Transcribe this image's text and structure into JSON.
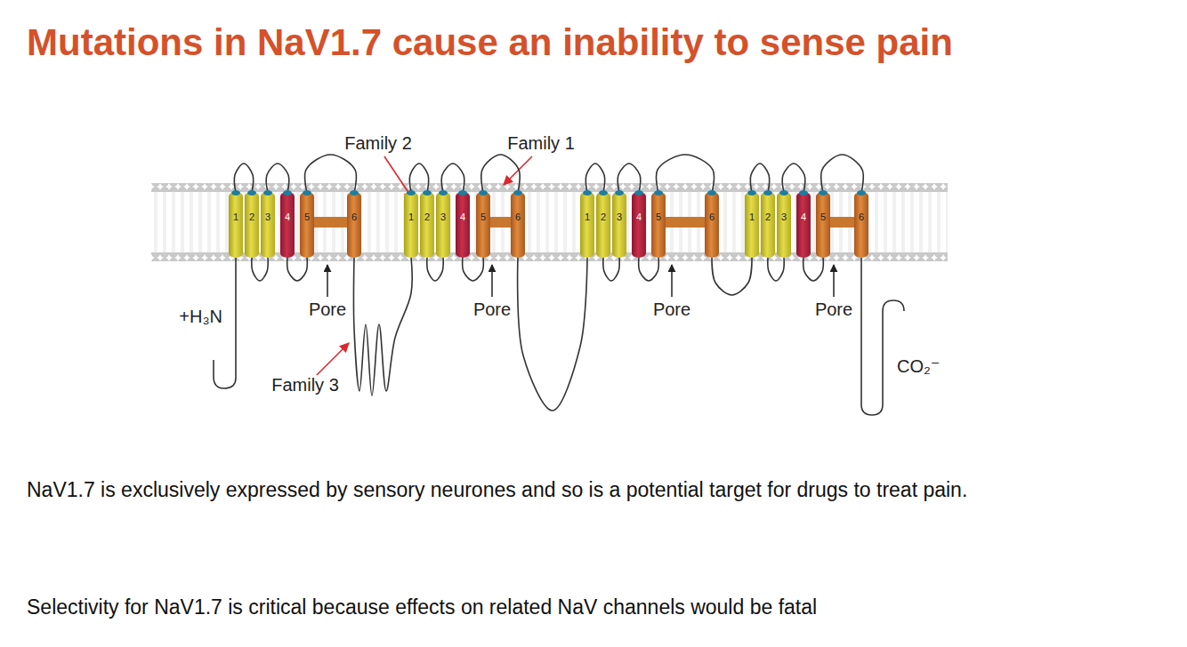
{
  "diagram": {
    "title": "Mutations in NaV1.7 cause an inability to sense pain",
    "nodes": [
      {
        "text": [
          "1"
        ]
      },
      {
        "text": [
          "2"
        ]
      },
      {
        "text": [
          "3"
        ]
      },
      {
        "text": [
          "4"
        ]
      },
      {
        "text": [
          "5"
        ]
      },
      {
        "text": [
          "6"
        ]
      },
      {
        "text": [
          "1"
        ]
      },
      {
        "text": [
          "2"
        ]
      },
      {
        "text": [
          "3"
        ]
      },
      {
        "text": [
          "4"
        ]
      },
      {
        "text": [
          "5"
        ]
      },
      {
        "text": [
          "6"
        ]
      },
      {
        "text": [
          "1"
        ]
      },
      {
        "text": [
          "2"
        ]
      },
      {
        "text": [
          "3"
        ]
      },
      {
        "text": [
          "4"
        ]
      },
      {
        "text": [
          "5"
        ]
      },
      {
        "text": [
          "6"
        ]
      },
      {
        "text": [
          "1"
        ]
      },
      {
        "text": [
          "2"
        ]
      },
      {
        "text": [
          "3"
        ]
      },
      {
        "text": [
          "4"
        ]
      },
      {
        "text": [
          "5"
        ]
      },
      {
        "text": [
          "6"
        ]
      }
    ],
    "edges": [
      {
        "from": 0,
        "to": 1,
        "arrow": "none"
      },
      {
        "from": 1,
        "to": 2,
        "arrow": "none"
      },
      {
        "from": 2,
        "to": 3,
        "arrow": "none"
      },
      {
        "from": 3,
        "to": 4,
        "arrow": "none"
      },
      {
        "from": 4,
        "to": 5,
        "arrow": "none"
      },
      {
        "from": 5,
        "to": 6,
        "arrow": "none"
      },
      {
        "from": 6,
        "to": 7,
        "arrow": "none"
      },
      {
        "from": 7,
        "to": 8,
        "arrow": "none"
      },
      {
        "from": 8,
        "to": 9,
        "arrow": "none"
      },
      {
        "from": 9,
        "to": 10,
        "arrow": "none"
      },
      {
        "from": 10,
        "to": 11,
        "arrow": "none"
      },
      {
        "from": 11,
        "to": 12,
        "arrow": "none"
      },
      {
        "from": 12,
        "to": 13,
        "arrow": "none"
      },
      {
        "from": 13,
        "to": 14,
        "arrow": "none"
      },
      {
        "from": 14,
        "to": 15,
        "arrow": "none"
      },
      {
        "from": 15,
        "to": 16,
        "arrow": "none"
      },
      {
        "from": 16,
        "to": 17,
        "arrow": "none"
      },
      {
        "from": 17,
        "to": 18,
        "arrow": "none"
      },
      {
        "from": 18,
        "to": 19,
        "arrow": "none"
      },
      {
        "from": 19,
        "to": 20,
        "arrow": "none"
      },
      {
        "from": 20,
        "to": 21,
        "arrow": "none"
      },
      {
        "from": 21,
        "to": 22,
        "arrow": "none"
      },
      {
        "from": 22,
        "to": 23,
        "arrow": "none"
      }
    ],
    "labels": [
      "Family 2",
      "Family 1",
      "+H₃N",
      "Pore",
      "Pore",
      "Pore",
      "Pore",
      "Family 3",
      "CO₂⁻",
      "NaV1.7 is exclusively expressed by sensory neurones and so is a potential target for drugs to treat pain.",
      "Selectivity for NaV1.7 is critical because effects on related NaV channels would be fatal"
    ]
  }
}
